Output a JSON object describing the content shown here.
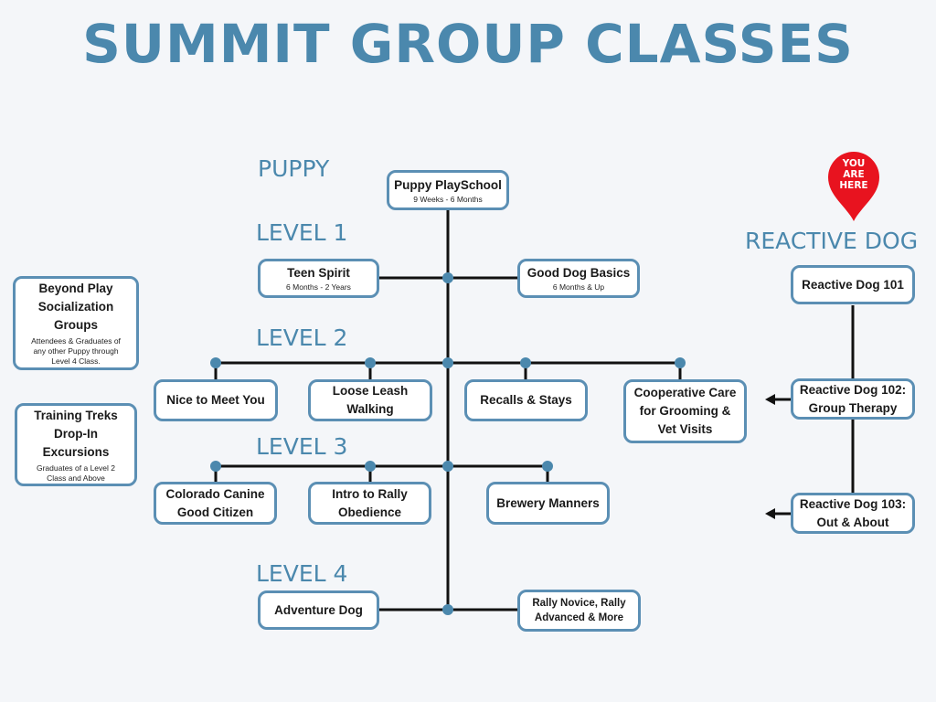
{
  "title": "SUMMIT GROUP CLASSES",
  "levels": {
    "puppy": "PUPPY",
    "level1": "LEVEL 1",
    "level2": "LEVEL 2",
    "level3": "LEVEL 3",
    "level4": "LEVEL 4",
    "reactive": "REACTIVE DOG"
  },
  "marker": {
    "line1": "YOU",
    "line2": "ARE",
    "line3": "HERE",
    "color": "#e8131f"
  },
  "classes": {
    "puppy_playschool": {
      "name": "Puppy PlaySchool",
      "sub": "9 Weeks - 6 Months"
    },
    "teen_spirit": {
      "name": "Teen Spirit",
      "sub": "6 Months - 2 Years"
    },
    "good_dog_basics": {
      "name": "Good Dog Basics",
      "sub": "6 Months & Up"
    },
    "nice_to_meet_you": {
      "name": "Nice to Meet You"
    },
    "loose_leash": {
      "name1": "Loose Leash",
      "name2": "Walking"
    },
    "recalls_stays": {
      "name": "Recalls & Stays"
    },
    "cooperative_care": {
      "name1": "Cooperative Care",
      "name2": "for Grooming &",
      "name3": "Vet Visits"
    },
    "colorado_canine": {
      "name1": "Colorado Canine",
      "name2": "Good Citizen"
    },
    "intro_rally": {
      "name1": "Intro to Rally",
      "name2": "Obedience"
    },
    "brewery_manners": {
      "name": "Brewery Manners"
    },
    "adventure_dog": {
      "name": "Adventure Dog"
    },
    "rally_novice": {
      "name1": "Rally Novice, Rally",
      "name2": "Advanced & More"
    },
    "reactive_101": {
      "name": "Reactive Dog 101"
    },
    "reactive_102": {
      "name1": "Reactive Dog 102:",
      "name2": "Group Therapy"
    },
    "reactive_103": {
      "name1": "Reactive Dog 103:",
      "name2": "Out & About"
    },
    "beyond_play": {
      "name1": "Beyond Play",
      "name2": "Socialization",
      "name3": "Groups",
      "sub1": "Attendees & Graduates of",
      "sub2": "any other Puppy through",
      "sub3": "Level 4 Class."
    },
    "training_treks": {
      "name1": "Training Treks",
      "name2": "Drop-In",
      "name3": "Excursions",
      "sub1": "Graduates of a Level 2",
      "sub2": "Class and Above"
    }
  },
  "colors": {
    "accent": "#4b88ad",
    "box_border": "#5b8fb4",
    "line": "#111111",
    "dot": "#4b88ad"
  }
}
